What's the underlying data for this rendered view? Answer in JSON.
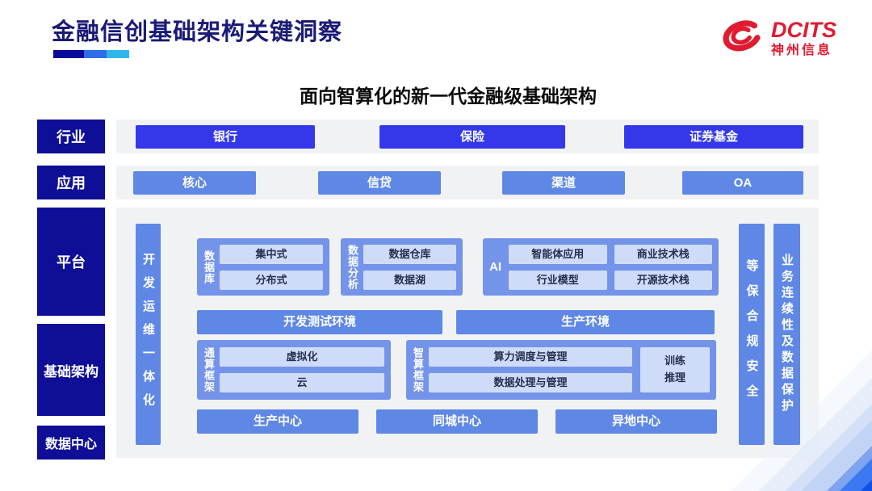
{
  "slide": {
    "title": "金融信创基础架构关键洞察",
    "subtitle": "面向智算化的新一代金融级基础架构"
  },
  "logo": {
    "brand": "DCITS",
    "company": "神州信息"
  },
  "layers": {
    "industry": {
      "label": "行业",
      "items": [
        "银行",
        "保险",
        "证券基金"
      ]
    },
    "application": {
      "label": "应用",
      "items": [
        "核心",
        "信贷",
        "渠道",
        "OA"
      ]
    },
    "platform_label": "平台",
    "infrastructure_label": "基础架构",
    "datacenter_label": "数据中心"
  },
  "platform": {
    "devops_bar": "开发运维一体化",
    "compliance_bar": "等保合规安全",
    "continuity_bar": "业务连续性及数据保护",
    "database_group": {
      "label": "数据库",
      "items": [
        "集中式",
        "分布式"
      ]
    },
    "analytics_group": {
      "label": "数据分析",
      "items": [
        "数据仓库",
        "数据湖"
      ]
    },
    "ai_group": {
      "label": "AI",
      "items": [
        "智能体应用",
        "商业技术栈",
        "行业模型",
        "开源技术栈"
      ]
    },
    "environments": [
      "开发测试环境",
      "生产环境"
    ],
    "general_framework": {
      "label": "通算框架",
      "items": [
        "虚拟化",
        "云"
      ]
    },
    "intelligent_framework": {
      "label": "智算框架",
      "items": [
        "算力调度与管理",
        "数据处理与管理"
      ],
      "side_item": "训练推理"
    },
    "centers": [
      "生产中心",
      "同城中心",
      "异地中心"
    ]
  },
  "colors": {
    "vivid_blue": "#3438ea",
    "medium_blue": "#5e87e6",
    "group_blue": "#7494ea",
    "chip_blue": "#cfdcf8",
    "navy": "#0e0e97",
    "logo_red": "#e11a30",
    "panel_gray": "#f1f2f4"
  }
}
